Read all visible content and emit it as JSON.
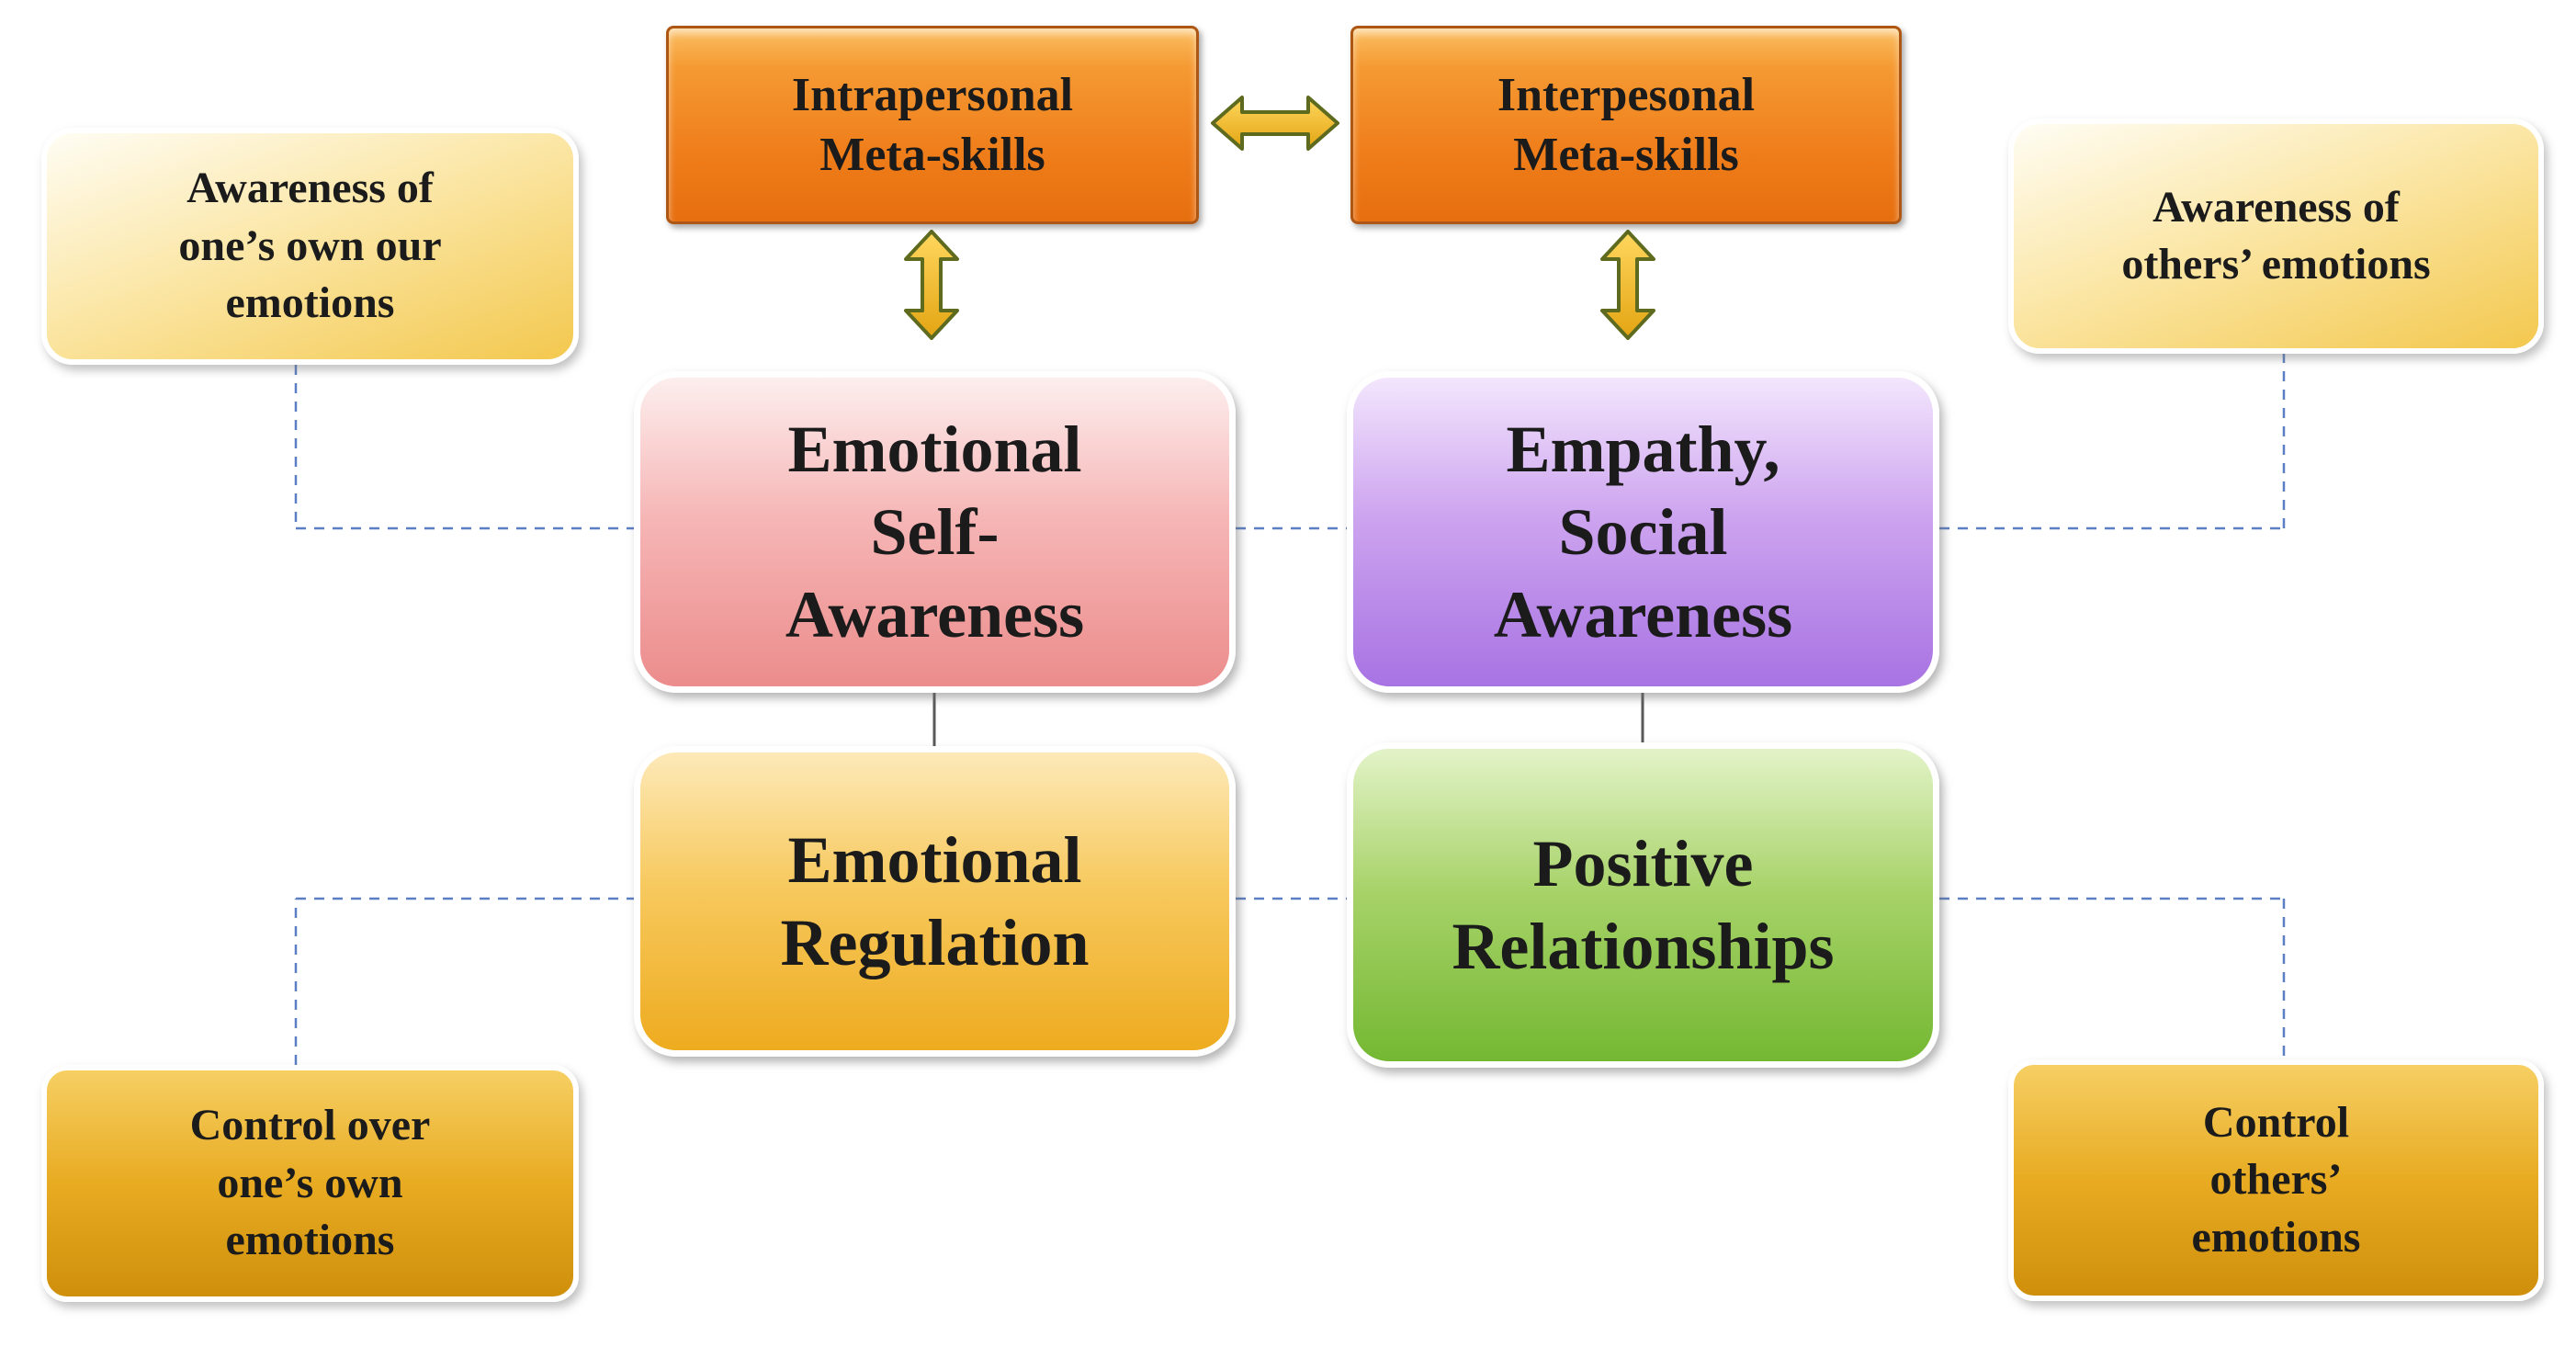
{
  "nodes": {
    "intrapersonal": {
      "label": "Intrapersonal\nMeta-skills"
    },
    "interpersonal": {
      "label": "Interpesonal\nMeta-skills"
    },
    "awareness_own": {
      "label": "Awareness of\none’s own our\nemotions"
    },
    "awareness_others": {
      "label": "Awareness of\nothers’ emotions"
    },
    "self_awareness": {
      "label": "Emotional\nSelf-\nAwareness"
    },
    "empathy": {
      "label": "Empathy,\nSocial\nAwareness"
    },
    "regulation": {
      "label": "Emotional\nRegulation"
    },
    "relationships": {
      "label": "Positive\nRelationships"
    },
    "control_own": {
      "label": "Control over\none’s own\nemotions"
    },
    "control_others": {
      "label": "Control\nothers’\nemotions"
    }
  },
  "colors": {
    "orange_box": "#ED7D31",
    "pink_box": "#EC8C8C",
    "purple_box": "#A873E3",
    "gold_box": "#EEAB1F",
    "green_box": "#74B832",
    "light_gold_side_box": "#F3C84E",
    "dark_gold_side_box": "#CF8F0B",
    "arrow_fill": "#FFC528",
    "arrow_outline": "#5E6B1F",
    "dashed_connector": "#5B7FC4",
    "solid_connector": "#595959",
    "text": "#1B1B1B"
  }
}
